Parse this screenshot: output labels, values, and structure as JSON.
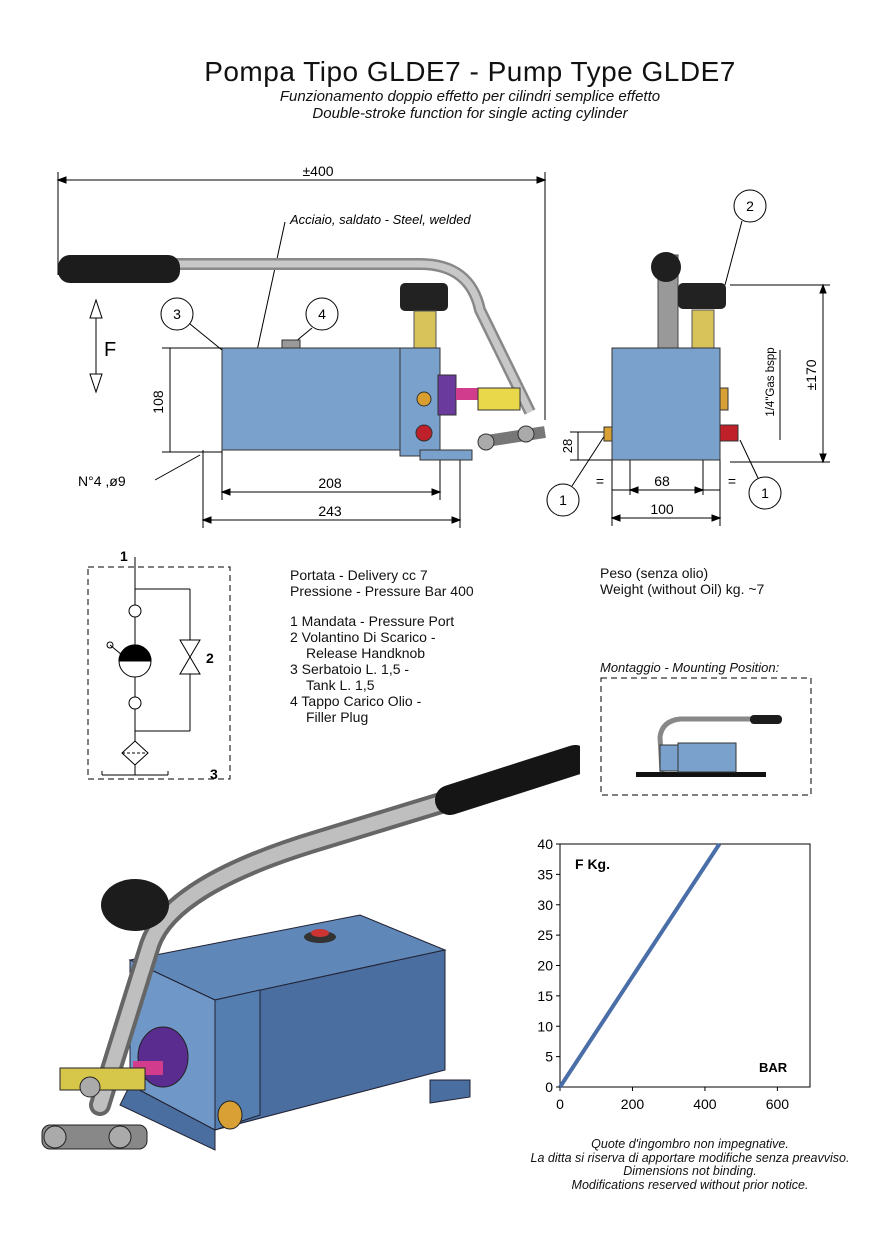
{
  "title": "Pompa Tipo GLDE7 - Pump Type GLDE7",
  "subtitle_it": "Funzionamento doppio effetto per cilindri semplice effetto",
  "subtitle_en": "Double-stroke function for single acting cylinder",
  "drawing": {
    "overall_length": "±400",
    "material": "Acciaio, saldato - Steel, welded",
    "force_label": "F",
    "height_body": "108",
    "holes": "N°4 ,ø9",
    "dim_208": "208",
    "dim_243": "243",
    "callout_1": "1",
    "callout_2": "2",
    "callout_3": "3",
    "callout_4": "4",
    "side_height": "±170",
    "port_thread": "1/4\"Gas bspp",
    "dim_28": "28",
    "dim_68": "68",
    "dim_100": "100",
    "eq": "="
  },
  "hydraulic": {
    "port_1": "1",
    "port_2": "2",
    "port_3": "3"
  },
  "specs": {
    "delivery": "Portata - Delivery cc 7",
    "pressure": "Pressione - Pressure Bar 400",
    "item1": "1 Mandata - Pressure Port",
    "item2a": "2 Volantino Di Scarico -",
    "item2b": "Release Handknob",
    "item3a": "3 Serbatoio L. 1,5 -",
    "item3b": "Tank L. 1,5",
    "item4a": "4 Tappo Carico Olio -",
    "item4b": "Filler Plug",
    "weight_it": "Peso (senza olio)",
    "weight_en": "Weight (without Oil) kg. ~7"
  },
  "mounting_title": "Montaggio - Mounting Position:",
  "chart_data": {
    "type": "line",
    "ylabel": "F Kg.",
    "xlabel": "BAR",
    "xlim": [
      0,
      600
    ],
    "ylim": [
      0,
      40
    ],
    "x_ticks": [
      "0",
      "200",
      "400",
      "600"
    ],
    "y_ticks": [
      "0",
      "5",
      "10",
      "15",
      "20",
      "25",
      "30",
      "35",
      "40"
    ],
    "grid": false,
    "series": [
      {
        "x": [
          0,
          440
        ],
        "y": [
          0,
          40
        ]
      }
    ],
    "color": "#4a6ea8"
  },
  "notes": [
    "Quote d'ingombro non impegnative.",
    "La ditta si riserva di apportare modifiche senza preavviso.",
    "Dimensions not binding.",
    "Modifications reserved without prior notice."
  ]
}
